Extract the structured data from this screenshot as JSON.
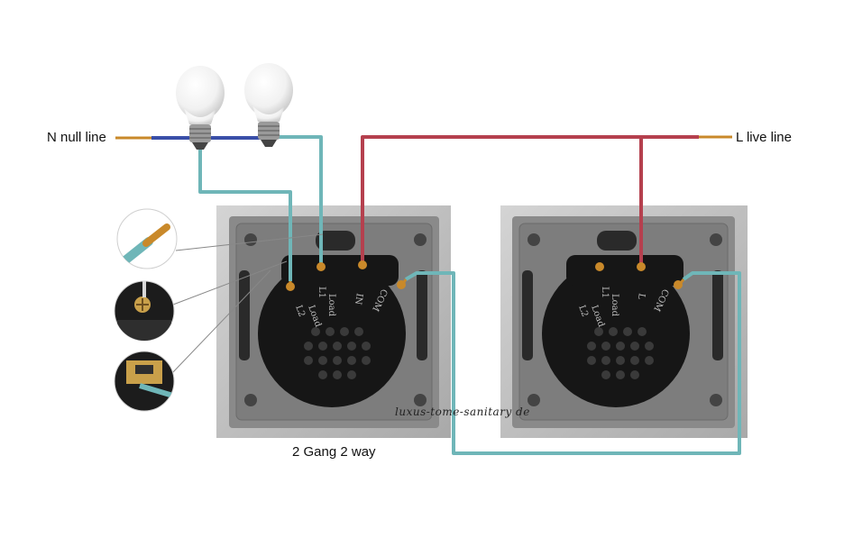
{
  "labels": {
    "neutral": "N null line",
    "live": "L live line",
    "caption": "2 Gang 2 way",
    "watermark": "luxus-tome-sanitary de"
  },
  "terminal_labels": [
    "L2",
    "L1",
    "Load",
    "Load",
    "IN",
    "L",
    "COM"
  ],
  "colors": {
    "neutral_wire": "#3a4fa8",
    "live_wire": "#b5404e",
    "switched_wire": "#6fb6b8",
    "copper": "#c9892a",
    "frame": "#b8b8b8",
    "plate": "#8c8c8c",
    "module": "#151515"
  },
  "icons": [
    "light-bulb-icon",
    "wire-end-icon",
    "screw-terminal-icon",
    "clip-terminal-icon"
  ]
}
